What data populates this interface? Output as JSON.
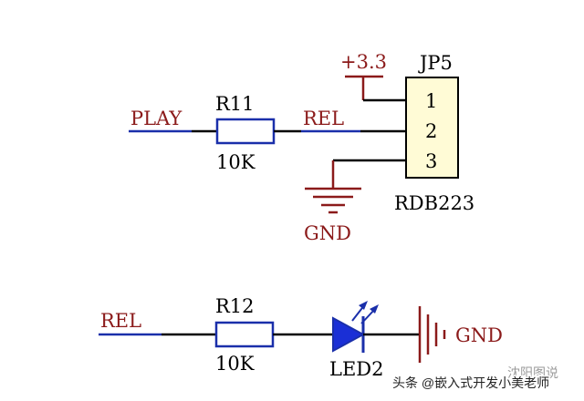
{
  "colors": {
    "wire": "#000000",
    "component": "#1a2faa",
    "net_label": "#8b1a1a",
    "power": "#8b1a1a",
    "header_fill": "#fffbd6",
    "led_fill": "#1a2fd6",
    "watermark": "#222222"
  },
  "top_circuit": {
    "net_in": "PLAY",
    "resistor": {
      "ref": "R11",
      "value": "10K"
    },
    "net_mid": "REL",
    "power": "+3.3",
    "connector": {
      "ref": "JP5",
      "part": "RDB223",
      "pins": [
        "1",
        "2",
        "3"
      ]
    },
    "ground": "GND"
  },
  "bottom_circuit": {
    "net_in": "REL",
    "resistor": {
      "ref": "R12",
      "value": "10K"
    },
    "led": {
      "ref": "LED2"
    },
    "ground": "GND"
  },
  "watermark": {
    "text": "头条 @嵌入式开发小美老师",
    "corner_text": "沈阳图说"
  }
}
